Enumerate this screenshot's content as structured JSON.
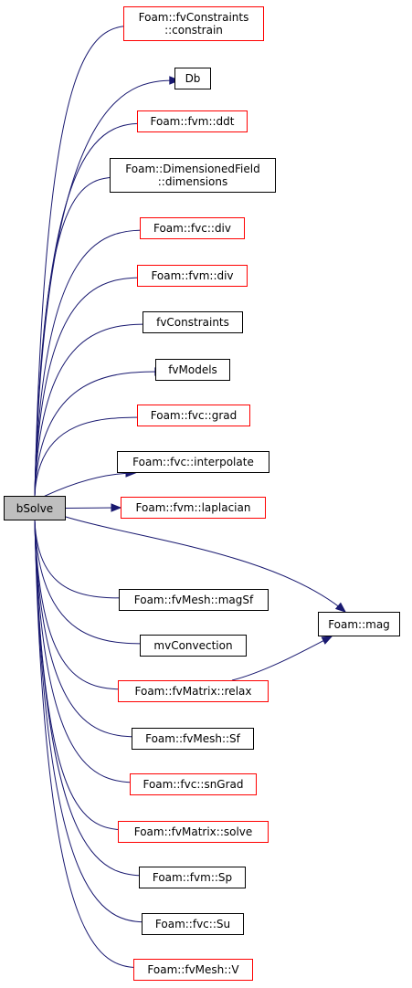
{
  "colors": {
    "edge": "#191970",
    "border_default": "#000000",
    "border_link": "#ff0000",
    "root_fill": "#bfbfbf"
  },
  "root": {
    "id": "bsolve",
    "lines": [
      "bSolve"
    ]
  },
  "nodes": [
    {
      "id": "constrain",
      "lines": [
        "Foam::fvConstraints",
        "::constrain"
      ],
      "border": "red"
    },
    {
      "id": "db",
      "lines": [
        "Db"
      ],
      "border": "black"
    },
    {
      "id": "fvm-ddt",
      "lines": [
        "Foam::fvm::ddt"
      ],
      "border": "red"
    },
    {
      "id": "dimensions",
      "lines": [
        "Foam::DimensionedField",
        "::dimensions"
      ],
      "border": "black"
    },
    {
      "id": "fvc-div",
      "lines": [
        "Foam::fvc::div"
      ],
      "border": "red"
    },
    {
      "id": "fvm-div",
      "lines": [
        "Foam::fvm::div"
      ],
      "border": "red"
    },
    {
      "id": "fvconstraints",
      "lines": [
        "fvConstraints"
      ],
      "border": "black"
    },
    {
      "id": "fvmodels",
      "lines": [
        "fvModels"
      ],
      "border": "black"
    },
    {
      "id": "fvc-grad",
      "lines": [
        "Foam::fvc::grad"
      ],
      "border": "red"
    },
    {
      "id": "fvc-interpolate",
      "lines": [
        "Foam::fvc::interpolate"
      ],
      "border": "black"
    },
    {
      "id": "fvm-laplacian",
      "lines": [
        "Foam::fvm::laplacian"
      ],
      "border": "red"
    },
    {
      "id": "mag",
      "lines": [
        "Foam::mag"
      ],
      "border": "black"
    },
    {
      "id": "magsf",
      "lines": [
        "Foam::fvMesh::magSf"
      ],
      "border": "black"
    },
    {
      "id": "mvconvection",
      "lines": [
        "mvConvection"
      ],
      "border": "black"
    },
    {
      "id": "relax",
      "lines": [
        "Foam::fvMatrix::relax"
      ],
      "border": "red"
    },
    {
      "id": "sf",
      "lines": [
        "Foam::fvMesh::Sf"
      ],
      "border": "black"
    },
    {
      "id": "sngrad",
      "lines": [
        "Foam::fvc::snGrad"
      ],
      "border": "red"
    },
    {
      "id": "solve",
      "lines": [
        "Foam::fvMatrix::solve"
      ],
      "border": "red"
    },
    {
      "id": "sp",
      "lines": [
        "Foam::fvm::Sp"
      ],
      "border": "black"
    },
    {
      "id": "su",
      "lines": [
        "Foam::fvc::Su"
      ],
      "border": "black"
    },
    {
      "id": "v",
      "lines": [
        "Foam::fvMesh::V"
      ],
      "border": "red"
    }
  ],
  "edges": [
    [
      "bsolve",
      "constrain"
    ],
    [
      "bsolve",
      "db"
    ],
    [
      "bsolve",
      "fvm-ddt"
    ],
    [
      "bsolve",
      "dimensions"
    ],
    [
      "bsolve",
      "fvc-div"
    ],
    [
      "bsolve",
      "fvm-div"
    ],
    [
      "bsolve",
      "fvconstraints"
    ],
    [
      "bsolve",
      "fvmodels"
    ],
    [
      "bsolve",
      "fvc-grad"
    ],
    [
      "bsolve",
      "fvc-interpolate"
    ],
    [
      "bsolve",
      "fvm-laplacian"
    ],
    [
      "bsolve",
      "mag"
    ],
    [
      "bsolve",
      "magsf"
    ],
    [
      "bsolve",
      "mvconvection"
    ],
    [
      "bsolve",
      "relax"
    ],
    [
      "bsolve",
      "sf"
    ],
    [
      "bsolve",
      "sngrad"
    ],
    [
      "bsolve",
      "solve"
    ],
    [
      "bsolve",
      "sp"
    ],
    [
      "bsolve",
      "su"
    ],
    [
      "bsolve",
      "v"
    ],
    [
      "relax",
      "mag"
    ]
  ]
}
